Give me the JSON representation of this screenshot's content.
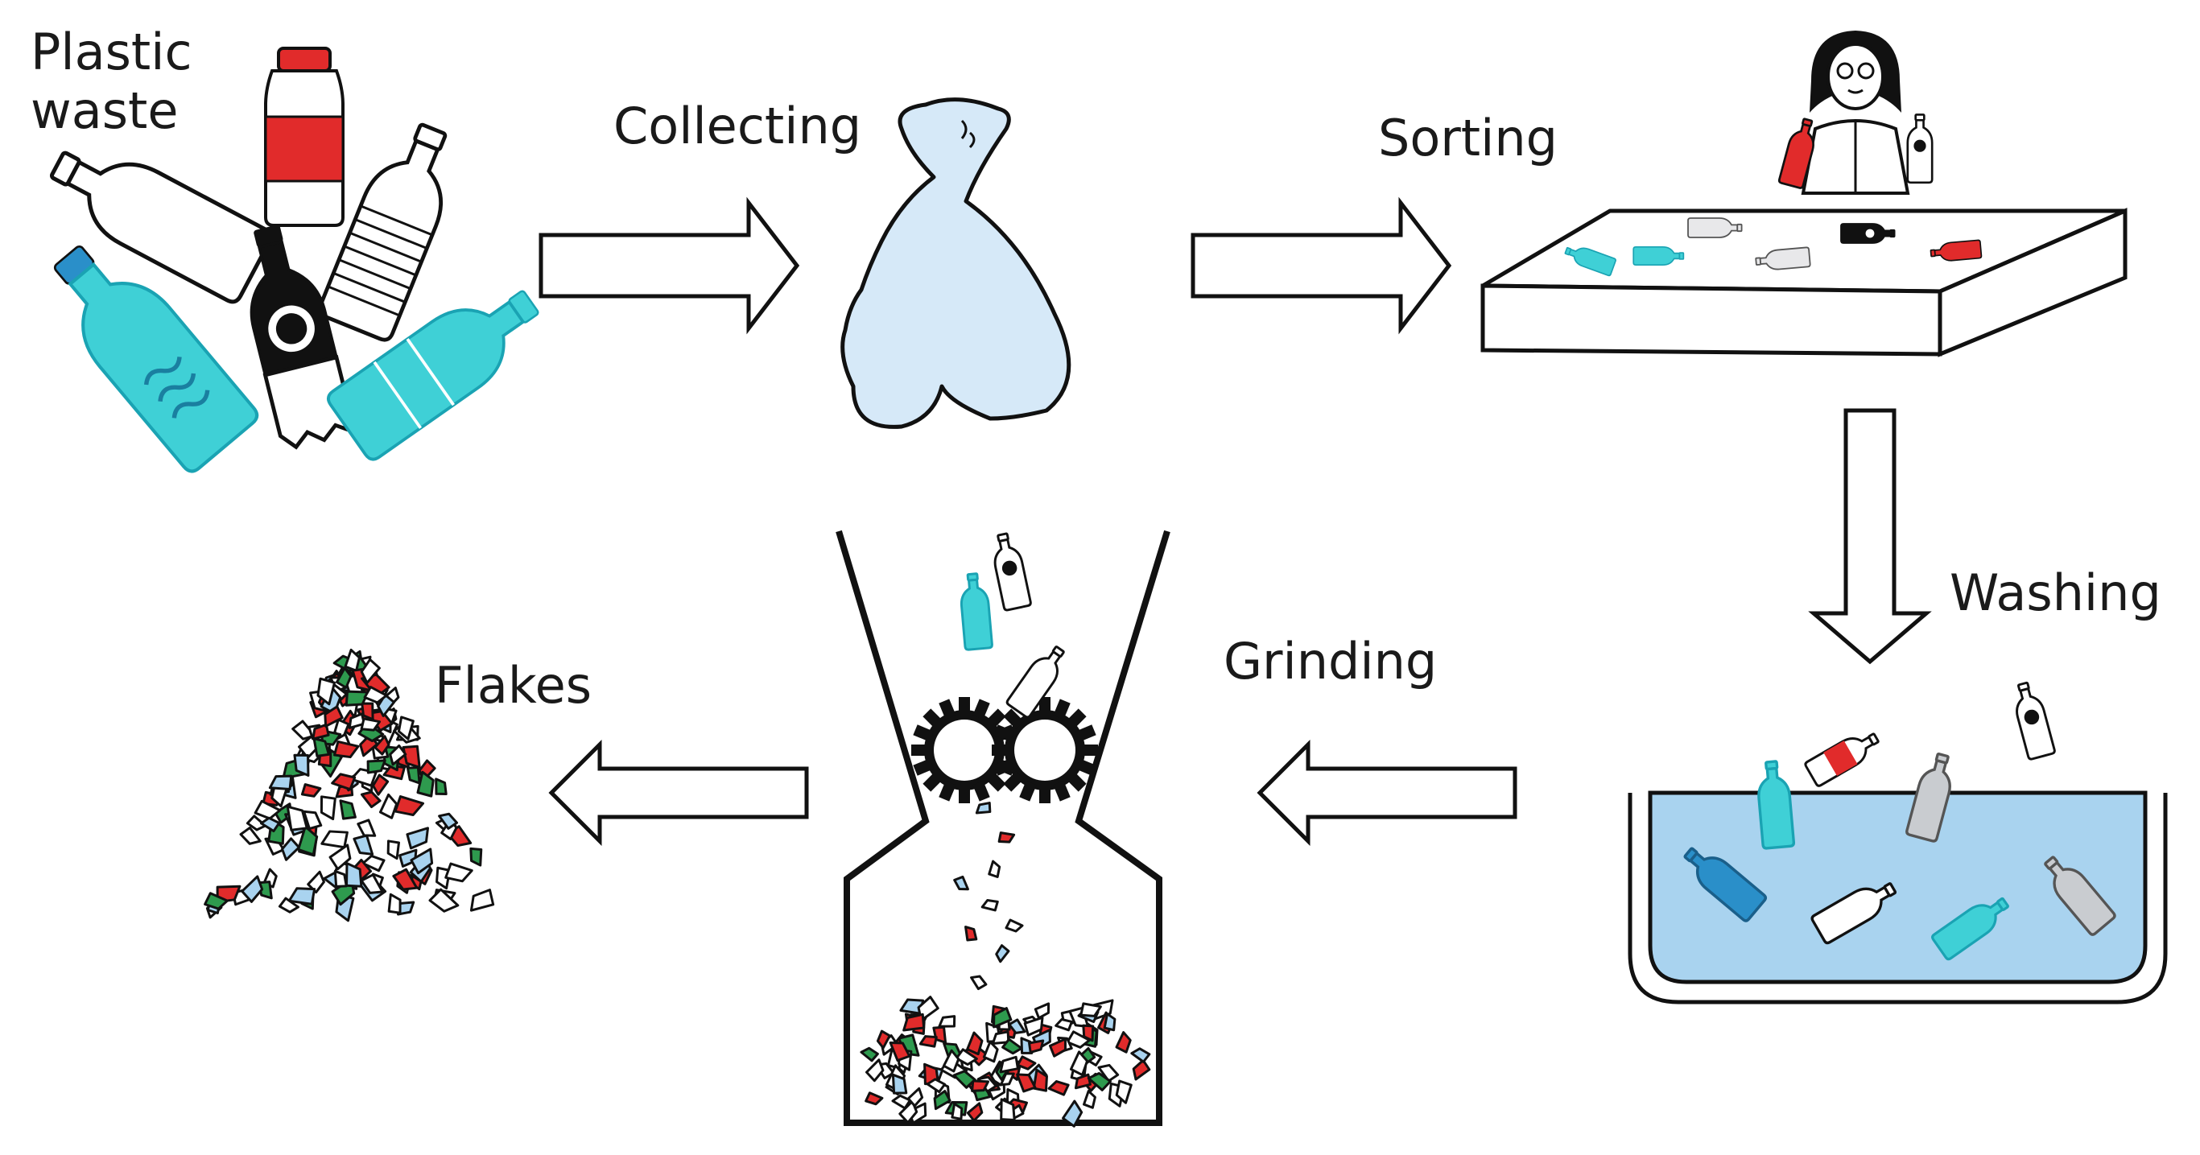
{
  "stages": {
    "plastic_waste": {
      "line1": "Plastic",
      "line2": "waste"
    },
    "collecting": "Collecting",
    "sorting": "Sorting",
    "washing": "Washing",
    "grinding": "Grinding",
    "flakes": "Flakes"
  },
  "colors": {
    "outline": "#111111",
    "bag_fill": "#d6e9f8",
    "water": "#a9d3ef",
    "red": "#e12b2b",
    "teal": "#3fd0d6",
    "blue": "#2a8fc9",
    "green": "#2e9a4e",
    "grey": "#c9ccd0"
  }
}
